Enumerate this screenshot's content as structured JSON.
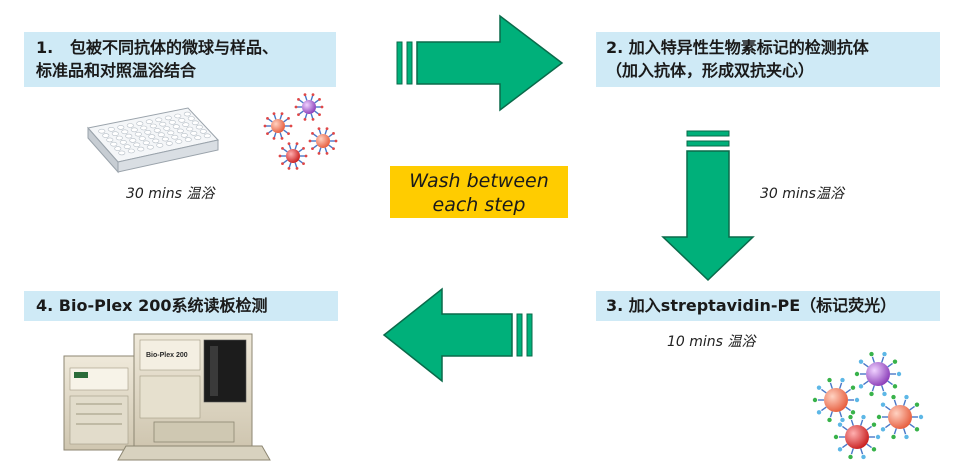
{
  "steps": [
    {
      "number": "1.",
      "line1": "包被不同抗体的微球与样品、",
      "line2": "标准品和对照温浴结合"
    },
    {
      "number": "2.",
      "line1": "加入特异性生物素标记的检测抗体",
      "line2": "（加入抗体，形成双抗夹心）"
    },
    {
      "number": "3.",
      "line1": "加入streptavidin-PE（标记荧光）"
    },
    {
      "number": "4.",
      "line1": "Bio-Plex 200系统读板检测"
    }
  ],
  "incubations": [
    "30 mins 温浴",
    "30 mins温浴",
    "10 mins 温浴"
  ],
  "wash": {
    "line1": "Wash between",
    "line2": "each step"
  },
  "instrument": {
    "brand": "Bio-Plex",
    "model": "200"
  },
  "colors": {
    "arrow": "#00b07a",
    "arrow_stroke": "#0a6a4a",
    "step_bg": "#cfeaf6",
    "wash_bg": "#ffcc00"
  }
}
